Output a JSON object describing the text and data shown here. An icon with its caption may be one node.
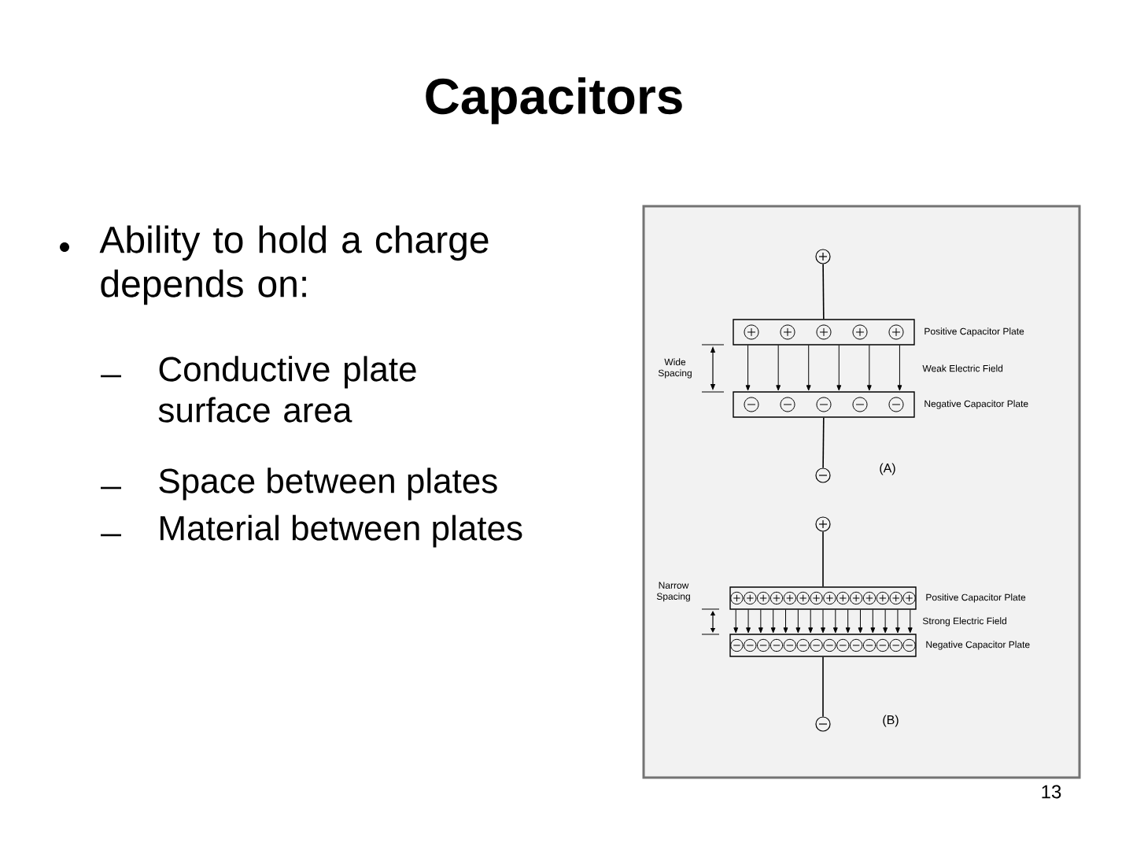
{
  "diagram": {
    "title": "Capacitors",
    "nodes": [
      {
        "text": [],
        "shape": "circle"
      },
      {
        "text": [],
        "shape": "bar",
        "beside": [
          "Positive Capacitor Plate"
        ]
      },
      {
        "text": [],
        "shape": "bar",
        "beside": [
          "Negative Capacitor Plate"
        ]
      },
      {
        "text": [],
        "shape": "circle"
      },
      {
        "text": [],
        "shape": "circle"
      },
      {
        "text": [],
        "shape": "bar",
        "beside": [
          "Positive Capacitor Plate"
        ]
      },
      {
        "text": [],
        "shape": "bar",
        "beside": [
          "Negative Capacitor Plate"
        ]
      },
      {
        "text": [],
        "shape": "circle"
      }
    ],
    "edges": [
      {
        "from": 0,
        "to": 1,
        "arrow": "none"
      },
      {
        "from": 2,
        "to": 3,
        "arrow": "none"
      },
      {
        "from": 4,
        "to": 5,
        "arrow": "none"
      },
      {
        "from": 6,
        "to": 7,
        "arrow": "none"
      },
      {
        "from": 1,
        "to": 2,
        "arrow": "to"
      },
      {
        "from": 1,
        "to": 2,
        "arrow": "to"
      },
      {
        "from": 1,
        "to": 2,
        "arrow": "to"
      },
      {
        "from": 1,
        "to": 2,
        "arrow": "to"
      },
      {
        "from": 1,
        "to": 2,
        "arrow": "to"
      },
      {
        "from": 1,
        "to": 2,
        "arrow": "to"
      },
      {
        "from": 5,
        "to": 6,
        "arrow": "to"
      },
      {
        "from": 5,
        "to": 6,
        "arrow": "to"
      },
      {
        "from": 5,
        "to": 6,
        "arrow": "to"
      },
      {
        "from": 5,
        "to": 6,
        "arrow": "to"
      },
      {
        "from": 5,
        "to": 6,
        "arrow": "to"
      },
      {
        "from": 5,
        "to": 6,
        "arrow": "to"
      },
      {
        "from": 5,
        "to": 6,
        "arrow": "to"
      },
      {
        "from": 5,
        "to": 6,
        "arrow": "to"
      },
      {
        "from": 5,
        "to": 6,
        "arrow": "to"
      },
      {
        "from": 5,
        "to": 6,
        "arrow": "to"
      },
      {
        "from": 5,
        "to": 6,
        "arrow": "to"
      },
      {
        "from": 5,
        "to": 6,
        "arrow": "to"
      },
      {
        "from": 5,
        "to": 6,
        "arrow": "to"
      },
      {
        "from": 5,
        "to": 6,
        "arrow": "to"
      },
      {
        "from": 5,
        "to": 6,
        "arrow": "to"
      }
    ],
    "labels": [
      "Ability to hold a charge depends on:",
      "Conductive plate surface area",
      "Space between plates",
      "Material between plates",
      "Wide Spacing",
      "Weak Electric Field",
      "(A)",
      "Narrow Spacing",
      "Strong Electric Field",
      "(B)",
      "13"
    ]
  }
}
